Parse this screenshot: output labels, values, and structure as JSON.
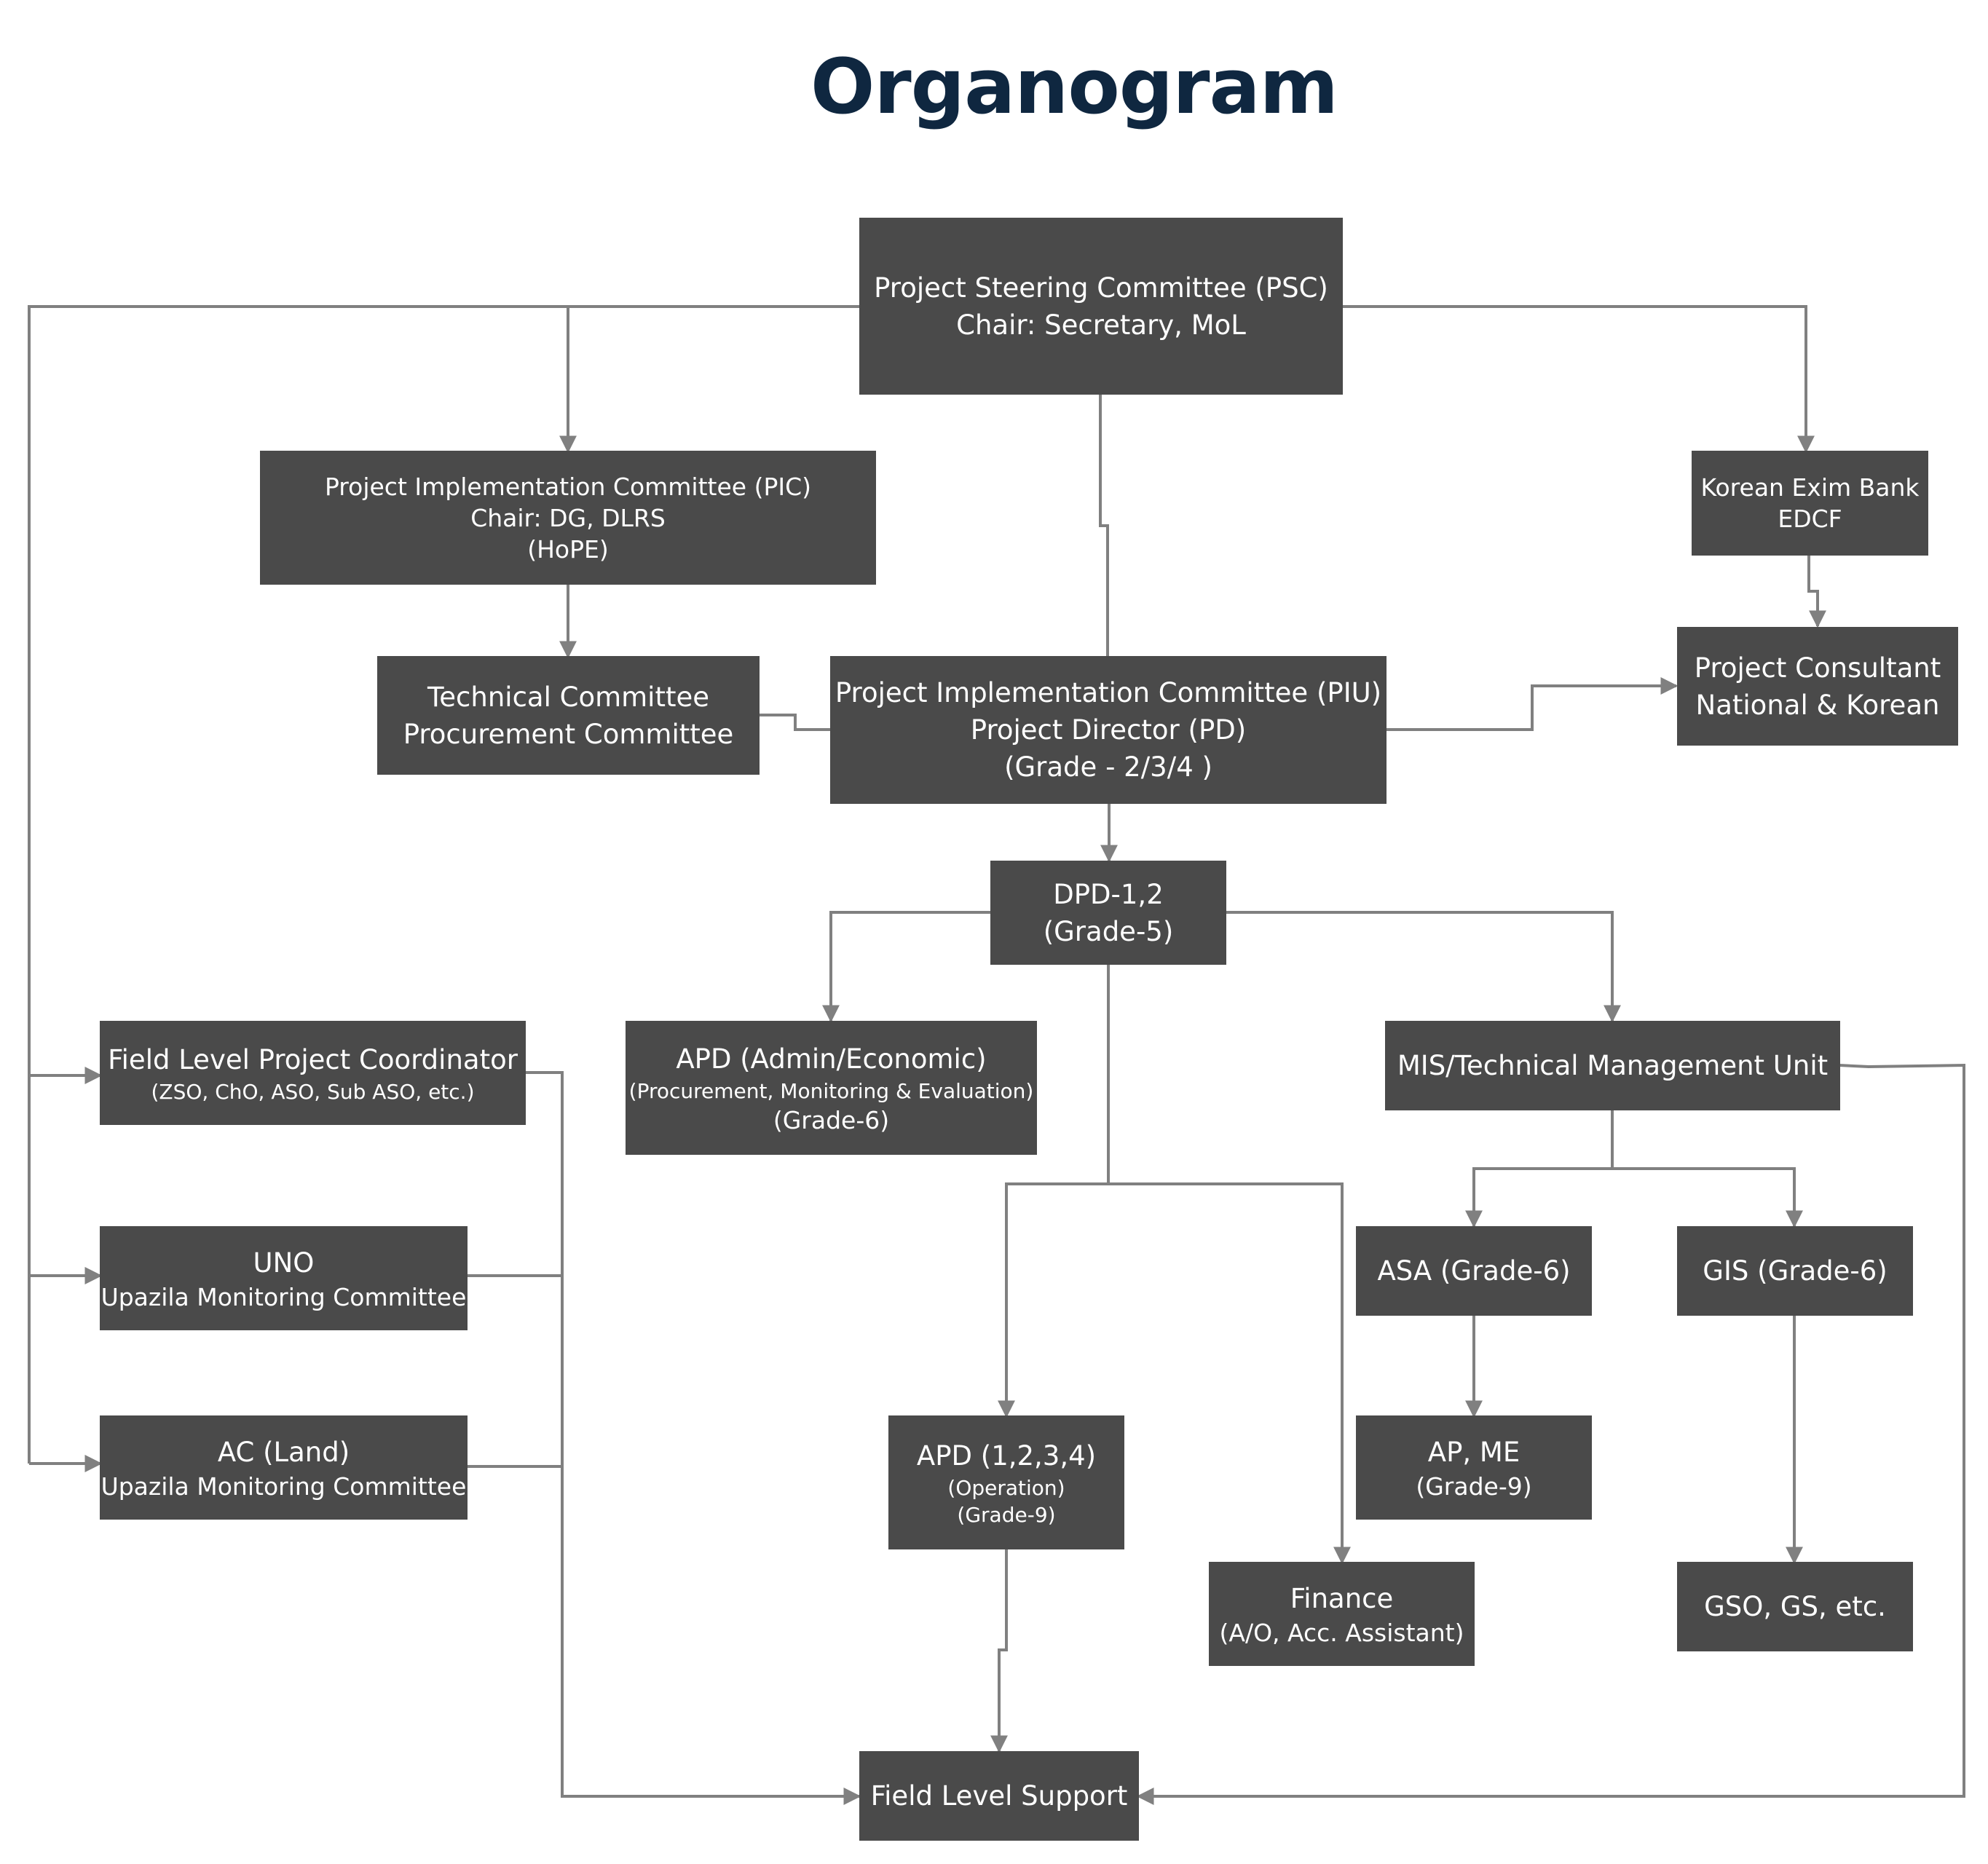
{
  "title": "Organogram",
  "colors": {
    "node_fill": "#4a4a4a",
    "node_text": "#ffffff",
    "connector": "#808080",
    "title": "#0f2740"
  },
  "nodes": {
    "psc": {
      "line1": "Project Steering Committee (PSC)",
      "line2": "Chair: Secretary, MoL"
    },
    "pic": {
      "line1": "Project Implementation Committee (PIC)",
      "line2": "Chair: DG, DLRS",
      "line3": "(HoPE)"
    },
    "exim": {
      "line1": "Korean Exim Bank",
      "line2": "EDCF"
    },
    "tech": {
      "line1": "Technical Committee",
      "line2": "Procurement Committee"
    },
    "piu": {
      "line1": "Project Implementation Committee (PIU)",
      "line2": "Project Director (PD)",
      "line3": "(Grade - 2/3/4 )"
    },
    "consultant": {
      "line1": "Project Consultant",
      "line2": "National & Korean"
    },
    "dpd": {
      "line1": "DPD-1,2",
      "line2": "(Grade-5)"
    },
    "field_coord": {
      "line1": "Field Level Project Coordinator",
      "line2": "(ZSO, ChO, ASO, Sub ASO, etc.)"
    },
    "apd_admin": {
      "line1": "APD (Admin/Economic)",
      "line2": "(Procurement, Monitoring & Evaluation)",
      "line3": "(Grade-6)"
    },
    "mis": {
      "line1": "MIS/Technical Management Unit"
    },
    "uno": {
      "line1": "UNO",
      "line2": "(Upazila Monitoring Committee)"
    },
    "asa": {
      "line1": "ASA (Grade-6)"
    },
    "gis": {
      "line1": "GIS (Grade-6)"
    },
    "ac_land": {
      "line1": "AC (Land)",
      "line2": "(Upazila Monitoring Committee)"
    },
    "apd_op": {
      "line1": "APD (1,2,3,4)",
      "line2": "(Operation)",
      "line3": "(Grade-9)"
    },
    "ap_me": {
      "line1": "AP, ME",
      "line2": "(Grade-9)"
    },
    "finance": {
      "line1": "Finance",
      "line2": "(A/O, Acc. Assistant)"
    },
    "gso": {
      "line1": "GSO, GS, etc."
    },
    "field_support": {
      "line1": "Field Level Support"
    }
  }
}
